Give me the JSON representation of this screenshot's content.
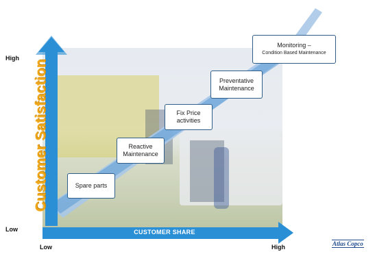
{
  "y_axis": {
    "label": "Customer Satisfaction",
    "high": "High",
    "low": "Low"
  },
  "x_axis": {
    "label": "CUSTOMER SHARE",
    "low": "Low",
    "high": "High"
  },
  "steps": [
    {
      "text": "Spare parts"
    },
    {
      "text": "Reactive Maintenance"
    },
    {
      "text": "Fix Price activities"
    },
    {
      "text": "Preventative Maintenance"
    },
    {
      "text": "Monitoring –",
      "subtext": "Condition Based Maintenance"
    }
  ],
  "logo": "Atlas Copco",
  "colors": {
    "arrow_blue": "#2b8fd6",
    "label_orange": "#f0a81a",
    "box_border": "#2e5d8a"
  }
}
